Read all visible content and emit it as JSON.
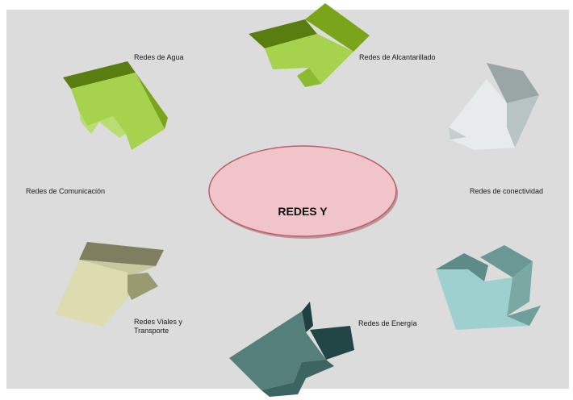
{
  "center": {
    "title": "REDES Y"
  },
  "nodes": [
    {
      "label": "Redes de Agua",
      "icon": "green-arrow-up-right-icon",
      "color": "#8fbf3a"
    },
    {
      "label": "Redes de Alcantarillado",
      "icon": "green-arrow-right-icon",
      "color": "#8fbf3a"
    },
    {
      "label": "Redes de conectividad",
      "icon": "white-arrow-down-left-icon",
      "color": "#e8ecec"
    },
    {
      "label": "Redes de Energía",
      "icon": "teal-arrow-down-icon",
      "color": "#8fc4c4"
    },
    {
      "label": "Redes Viales y",
      "label2": "Transporte",
      "icon": "slate-arrow-left-icon",
      "color": "#4f7c78"
    },
    {
      "label": "Redes de Comunicación",
      "icon": "khaki-arrow-down-left-icon",
      "color": "#d8d8a8"
    }
  ],
  "colors": {
    "background": "#dcdcdc",
    "ellipse_fill": "#f0c4c8",
    "ellipse_stroke": "#b86068"
  }
}
